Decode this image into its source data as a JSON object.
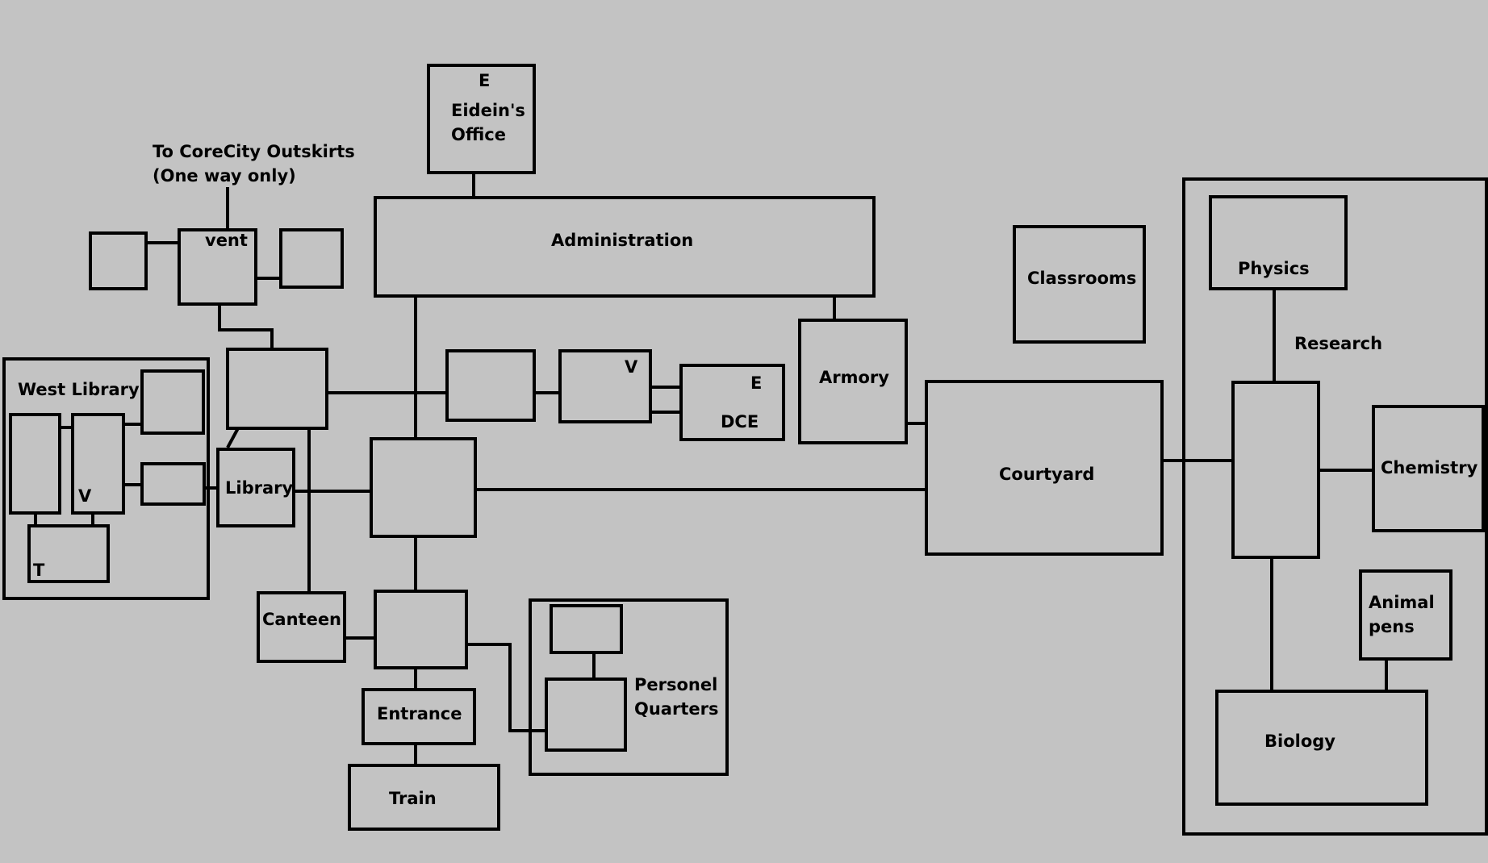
{
  "diagram": {
    "title": "Facility map",
    "background": "#c3c3c3",
    "line_color": "#000000",
    "labels": {
      "eidein_marker": "E",
      "eidein_line1": "Eidein's",
      "eidein_line2": "Office",
      "outskirts_line1": "To CoreCity Outskirts",
      "outskirts_line2": "(One way only)",
      "vent": "vent",
      "administration": "Administration",
      "classrooms": "Classrooms",
      "physics": "Physics",
      "research": "Research",
      "west_library": "West Library",
      "west_v": "V",
      "west_t": "T",
      "library": "Library",
      "hall_v": "V",
      "dce_marker": "E",
      "dce": "DCE",
      "armory": "Armory",
      "courtyard": "Courtyard",
      "chemistry": "Chemistry",
      "animal_line1": "Animal",
      "animal_line2": "pens",
      "canteen": "Canteen",
      "entrance": "Entrance",
      "train": "Train",
      "personel_line1": "Personel",
      "personel_line2": "Quarters",
      "biology": "Biology"
    }
  }
}
